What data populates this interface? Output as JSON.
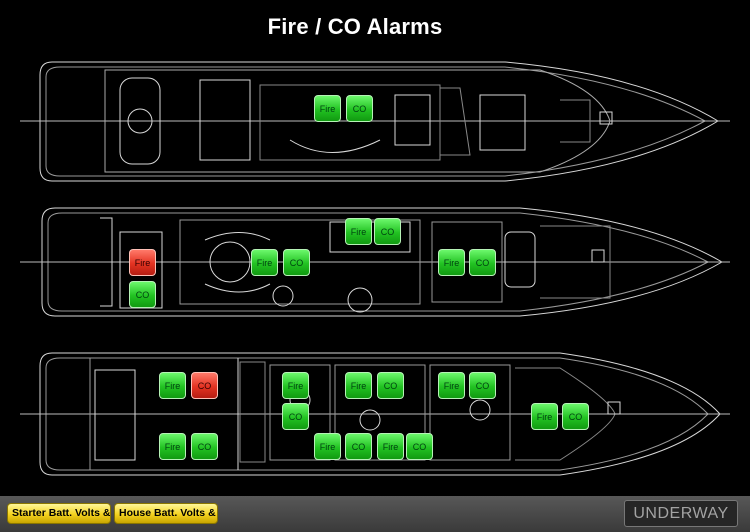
{
  "page": {
    "title": "Fire / CO Alarms"
  },
  "decks": [
    {
      "name": "upper-deck",
      "alarms": [
        {
          "label": "Fire",
          "state": "normal"
        },
        {
          "label": "CO",
          "state": "normal"
        }
      ]
    },
    {
      "name": "main-deck",
      "alarms": [
        {
          "label": "Fire",
          "state": "active"
        },
        {
          "label": "CO",
          "state": "normal"
        },
        {
          "label": "Fire",
          "state": "normal"
        },
        {
          "label": "CO",
          "state": "normal"
        },
        {
          "label": "Fire",
          "state": "normal"
        },
        {
          "label": "CO",
          "state": "normal"
        },
        {
          "label": "Fire",
          "state": "normal"
        },
        {
          "label": "CO",
          "state": "normal"
        }
      ]
    },
    {
      "name": "lower-deck",
      "alarms": [
        {
          "label": "Fire",
          "state": "normal"
        },
        {
          "label": "CO",
          "state": "active"
        },
        {
          "label": "Fire",
          "state": "normal"
        },
        {
          "label": "CO",
          "state": "normal"
        },
        {
          "label": "Fire",
          "state": "normal"
        },
        {
          "label": "CO",
          "state": "normal"
        },
        {
          "label": "Fire",
          "state": "normal"
        },
        {
          "label": "CO",
          "state": "normal"
        },
        {
          "label": "Fire",
          "state": "normal"
        },
        {
          "label": "CO",
          "state": "normal"
        },
        {
          "label": "Fire",
          "state": "normal"
        },
        {
          "label": "CO",
          "state": "normal"
        },
        {
          "label": "Fire",
          "state": "normal"
        },
        {
          "label": "CO",
          "state": "normal"
        },
        {
          "label": "Fire",
          "state": "normal"
        },
        {
          "label": "CO",
          "state": "normal"
        }
      ]
    }
  ],
  "footer": {
    "starter_label": "Starter Batt. Volts &",
    "house_label": "House Batt. Volts &",
    "status": "UNDERWAY"
  },
  "colors": {
    "normal": "#22c222",
    "active": "#e43322",
    "gauge": "#f4d21e",
    "status_text": "#a3a3a3"
  }
}
